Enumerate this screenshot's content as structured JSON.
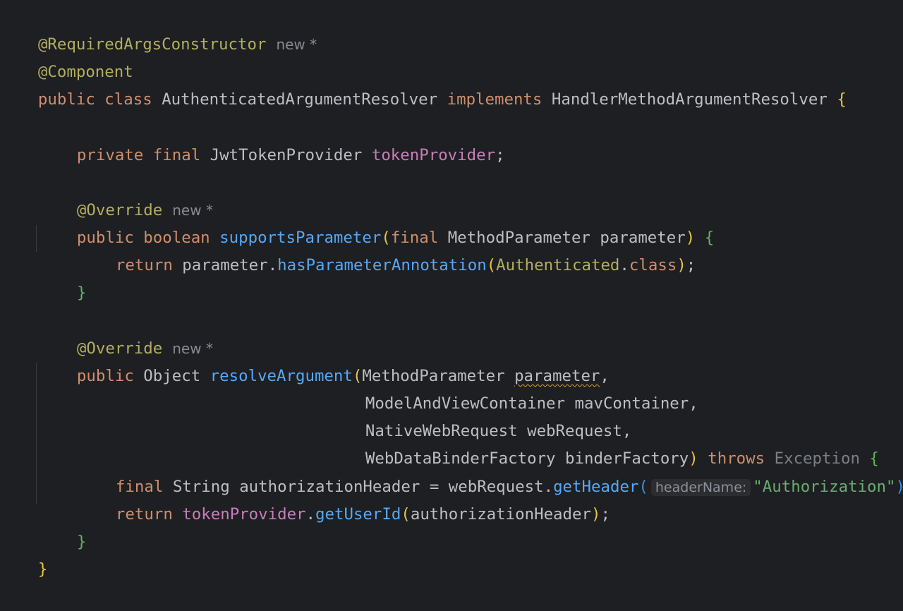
{
  "editor": {
    "class_header": {
      "annotation1": "@RequiredArgsConstructor",
      "annotation1_hint": "new *",
      "annotation2": "@Component",
      "kw_public": "public",
      "kw_class": "class",
      "class_name": "AuthenticatedArgumentResolver",
      "kw_implements": "implements",
      "interface_name": "HandlerMethodArgumentResolver",
      "open_brace": "{"
    },
    "field": {
      "kw_private": "private",
      "kw_final": "final",
      "type": "JwtTokenProvider",
      "name": "tokenProvider",
      "semicolon": ";"
    },
    "method1": {
      "annotation": "@Override",
      "hint": "new *",
      "kw_public": "public",
      "return_type": "boolean",
      "name": "supportsParameter",
      "open_paren": "(",
      "kw_final": "final",
      "param_type": "MethodParameter",
      "param_name": "parameter",
      "close_paren": ")",
      "open_brace": "{",
      "kw_return": "return",
      "body_obj": "parameter",
      "dot": ".",
      "body_call": "hasParameterAnnotation",
      "arg_open": "(",
      "arg_class": "Authenticated",
      "arg_dot": ".",
      "arg_kw": "class",
      "arg_close": ")",
      "semicolon": ";",
      "close_brace": "}"
    },
    "method2": {
      "annotation": "@Override",
      "hint": "new *",
      "kw_public": "public",
      "return_type": "Object",
      "name": "resolveArgument",
      "open_paren": "(",
      "p1_type": "MethodParameter",
      "p1_name": "parameter",
      "comma": ",",
      "p2_type": "ModelAndViewContainer",
      "p2_name": "mavContainer",
      "p3_type": "NativeWebRequest",
      "p3_name": "webRequest",
      "p4_type": "WebDataBinderFactory",
      "p4_name": "binderFactory",
      "close_paren": ")",
      "kw_throws": "throws",
      "exception": "Exception",
      "open_brace": "{",
      "line1_kw_final": "final",
      "line1_type": "String",
      "line1_var": "authorizationHeader",
      "line1_eq": "=",
      "line1_obj": "webRequest",
      "dot": ".",
      "line1_call": "getHeader",
      "line1_open": "(",
      "line1_inlay": "headerName:",
      "line1_str": "\"Authorization\"",
      "line1_close": ")",
      "semicolon": ";",
      "line2_kw_return": "return",
      "line2_obj": "tokenProvider",
      "line2_call": "getUserId",
      "line2_open": "(",
      "line2_arg": "authorizationHeader",
      "line2_close": ")",
      "close_brace": "}"
    },
    "class_close_brace": "}"
  },
  "colors": {
    "background": "#1e1f22",
    "annotation": "#b3ae60",
    "keyword": "#cf8e6d",
    "field": "#c77dbb",
    "method": "#56a8f5",
    "string": "#6aab73",
    "text": "#bcbec4"
  }
}
